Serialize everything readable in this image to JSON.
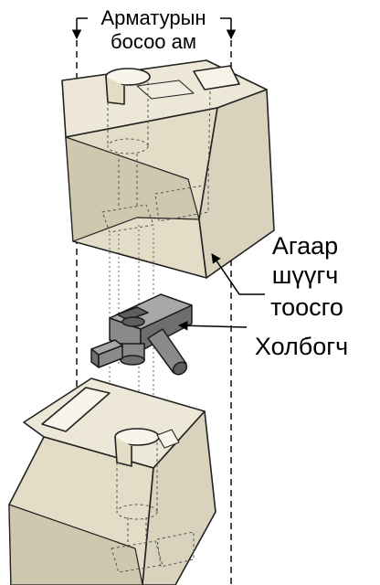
{
  "labels": {
    "rebar_line_line1": "Арматурын",
    "rebar_line_line2": "босоо ам",
    "air_filter_line1": "Агаар",
    "air_filter_line2": "шүүгч",
    "air_filter_line3": "тоосго",
    "connector": "Холбогч"
  },
  "colors": {
    "block_fill": "#ece7d6",
    "block_shade": "#d9d2bc",
    "block_dark": "#c9c1a8",
    "connector_fill": "#8a8a8a",
    "connector_light": "#a8a8a8",
    "connector_dark": "#5e5e5e",
    "outline": "#222222"
  }
}
